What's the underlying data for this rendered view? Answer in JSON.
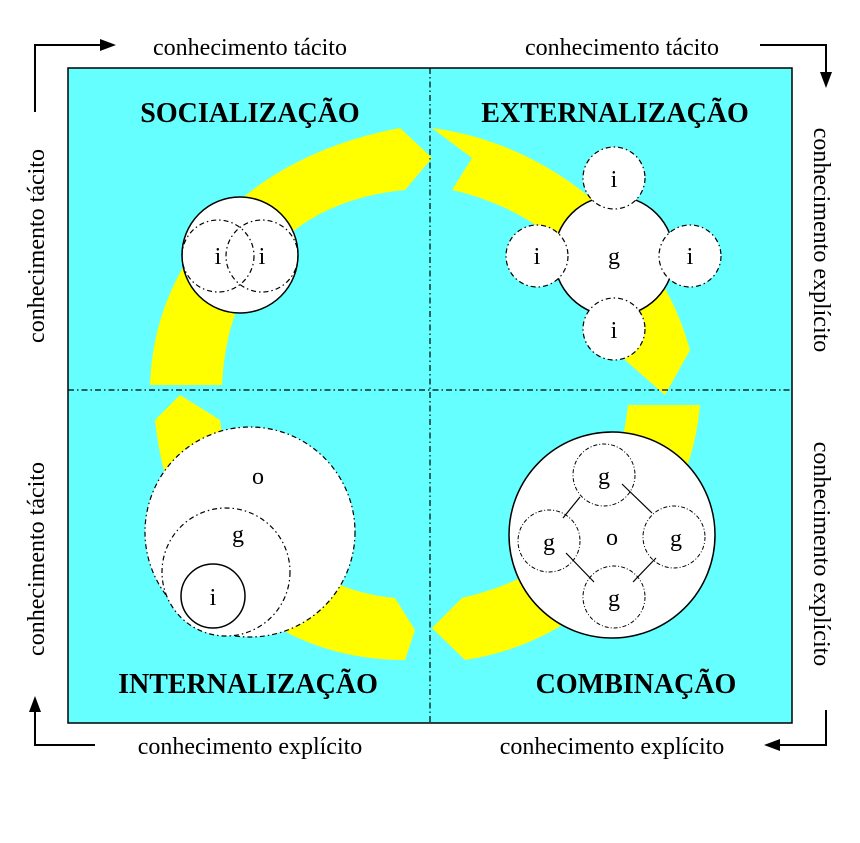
{
  "quadrants": {
    "top_left": "SOCIALIZAÇÃO",
    "top_right": "EXTERNALIZAÇÃO",
    "bottom_left": "INTERNALIZAÇÃO",
    "bottom_right": "COMBINAÇÃO"
  },
  "edges": {
    "top_left": "conhecimento tácito",
    "top_right": "conhecimento tácito",
    "right_upper": "conhecimento explícito",
    "right_lower": "conhecimento explícito",
    "bottom_left": "conhecimento explícito",
    "bottom_right": "conhecimento explícito",
    "left_upper": "conhecimento tácito",
    "left_lower": "conhecimento tácito"
  },
  "nodes": {
    "individual": "i",
    "group": "g",
    "organization": "o"
  },
  "colors": {
    "panel": "#66ffff",
    "arrow": "#ffff00",
    "node_fill": "#ffffff",
    "line": "#000000"
  }
}
